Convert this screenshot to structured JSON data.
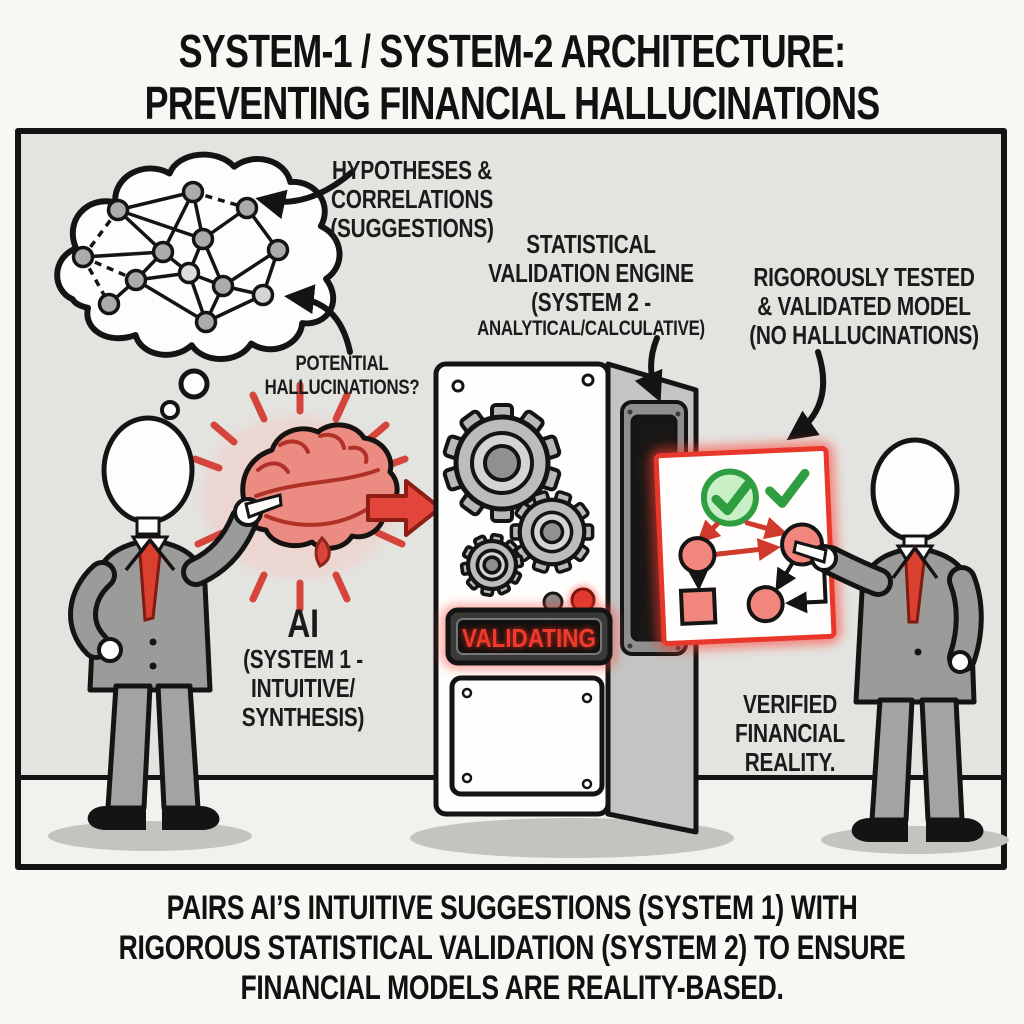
{
  "title": {
    "lines": [
      "SYSTEM-1 / SYSTEM-2 ARCHITECTURE:",
      "PREVENTING FINANCIAL HALLUCINATIONS"
    ]
  },
  "annotations": {
    "hypotheses": {
      "lines": [
        "HYPOTHESES &",
        "CORRELATIONS",
        "(SUGGESTIONS)"
      ]
    },
    "potential_hallucinations": {
      "lines": [
        "POTENTIAL",
        "HALLUCINATIONS?"
      ]
    },
    "validation_engine": {
      "lines": [
        "STATISTICAL",
        "VALIDATION ENGINE",
        "(SYSTEM 2 -",
        "ANALYTICAL/CALCULATIVE)"
      ]
    },
    "validated_model": {
      "lines": [
        "RIGOROUSLY TESTED",
        "& VALIDATED MODEL",
        "(NO HALLUCINATIONS)"
      ]
    },
    "ai_system1": {
      "lines": [
        "AI",
        "(SYSTEM 1 -",
        "INTUITIVE/",
        "SYNTHESIS)"
      ]
    },
    "verified_reality": {
      "lines": [
        "VERIFIED",
        "FINANCIAL",
        "REALITY."
      ]
    }
  },
  "machine": {
    "display_text": "VALIDATING"
  },
  "caption": {
    "lines": [
      "PAIRS AI’S INTUITIVE SUGGESTIONS (SYSTEM 1) WITH",
      "RIGOROUS STATISTICAL VALIDATION (SYSTEM 2) TO ENSURE",
      "FINANCIAL MODELS ARE REALITY-BASED."
    ]
  },
  "icons": {
    "thought_bubble": "cloud-thought-bubble",
    "network": "hypotheses-node-graph",
    "brain": "red-brain-system1",
    "flow_arrow": "red-right-arrow",
    "gears": "validation-gears",
    "status_light": "red-led",
    "display": "validating-led-display",
    "check_circle": "green-circled-checkmark",
    "check": "green-checkmark",
    "model_graph": "validated-red-node-flow",
    "figures": "faceless-suited-analysts"
  },
  "colors": {
    "red_accent": "#d9402f",
    "green_check": "#2f9e41",
    "ink": "#141414",
    "wall": "#e3e3e0",
    "floor": "#f2f1ee",
    "suit_gray": "#9b9b99",
    "machine_gray": "#c4c4c2",
    "node_gray": "#ababa9",
    "display_text_red": "#ef3b2d",
    "brain_pink": "#ec8b82"
  }
}
